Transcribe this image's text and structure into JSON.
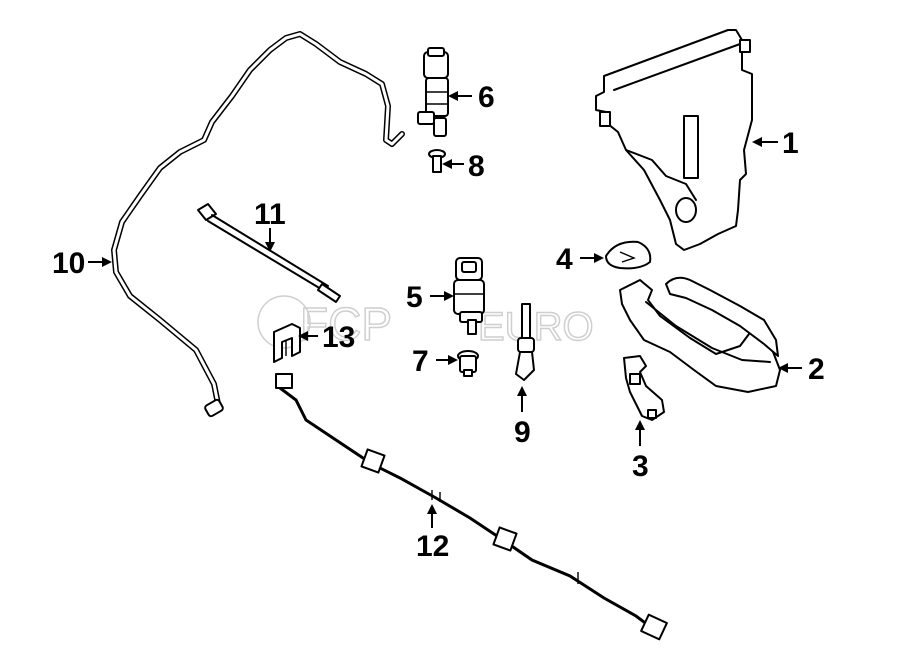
{
  "watermark": {
    "brand": "FCP",
    "suffix": "EURO"
  },
  "callouts": {
    "c1": "1",
    "c2": "2",
    "c3": "3",
    "c4": "4",
    "c5": "5",
    "c6": "6",
    "c7": "7",
    "c8": "8",
    "c9": "9",
    "c10": "10",
    "c11": "11",
    "c12": "12",
    "c13": "13"
  }
}
